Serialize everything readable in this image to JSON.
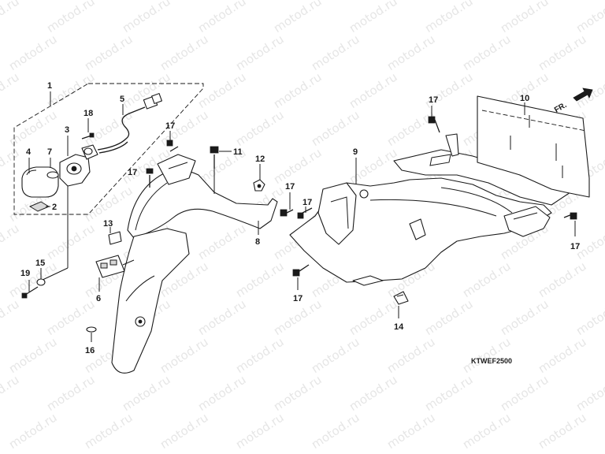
{
  "watermark": "motod.ru",
  "diagram_code": "KTWEF2500",
  "direction_label": "FR.",
  "callouts": {
    "c1": "1",
    "c2": "2",
    "c3": "3",
    "c4": "4",
    "c5": "5",
    "c6": "6",
    "c7": "7",
    "c8": "8",
    "c9": "9",
    "c10": "10",
    "c11": "11",
    "c12": "12",
    "c13": "13",
    "c14": "14",
    "c15": "15",
    "c16": "16",
    "c17": "17",
    "c18": "18",
    "c19": "19"
  }
}
